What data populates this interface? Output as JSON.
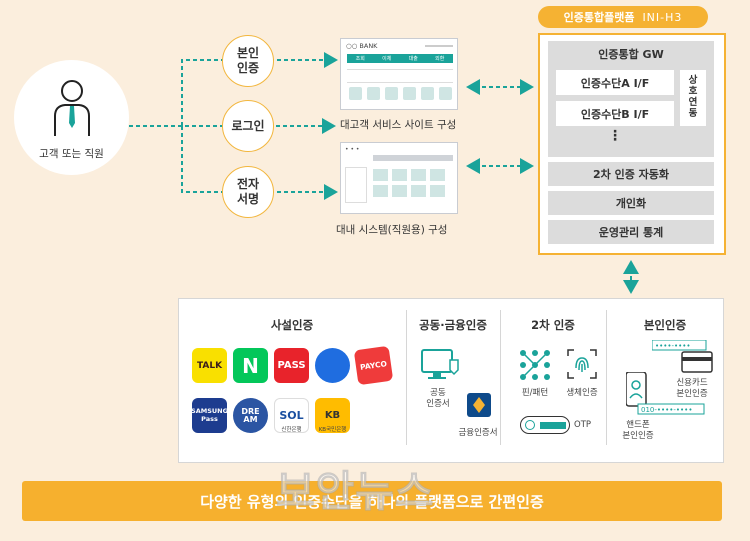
{
  "user": {
    "label": "고객 또는 직원"
  },
  "auth_methods": [
    {
      "label": "본인\n인증"
    },
    {
      "label": "로그인"
    },
    {
      "label": "전자\n서명"
    }
  ],
  "customer_site": {
    "bank_label": "○○ BANK",
    "menu": [
      "조회",
      "이체",
      "대출",
      "외환"
    ],
    "caption": "대고객 서비스 사이트 구성"
  },
  "internal_system": {
    "caption": "대내 시스템(직원용) 구성"
  },
  "platform": {
    "tab_label": "인증통합플랫폼",
    "logo_text": "INI-H3",
    "gw_title": "인증통합 GW",
    "if_a": "인증수단A I/F",
    "if_b": "인증수단B I/F",
    "ellipsis": "⋮",
    "interop": "상\n호\n연\n동",
    "rows": [
      "2차 인증 자동화",
      "개인화",
      "운영관리 통계"
    ]
  },
  "sections": {
    "private": {
      "title": "사설인증",
      "logos": [
        "TALK",
        "N",
        "PASS",
        "",
        "PAYCO",
        "SAMSUNG\nPass",
        "DRE\nAM",
        "SOL",
        "KB"
      ],
      "logo_captions": [
        "신한은행",
        "KB국민은행"
      ]
    },
    "public": {
      "title": "공동·금융인증",
      "items": [
        "공동\n인증서",
        "금융인증서"
      ]
    },
    "second": {
      "title": "2차 인증",
      "items": [
        "핀/패턴",
        "생체인증",
        "OTP"
      ]
    },
    "identity": {
      "title": "본인인증",
      "items": [
        "신용카드\n본인인증",
        "핸드폰\n본인인증"
      ]
    }
  },
  "banner": {
    "text": "다양한 유형의 인증수단을 하나의 플랫폼으로 간편인증"
  },
  "watermark": {
    "text": "보안뉴스"
  },
  "colors": {
    "accent": "#f5b233",
    "connector": "#1aa39a",
    "panel": "#dcdcdc"
  }
}
